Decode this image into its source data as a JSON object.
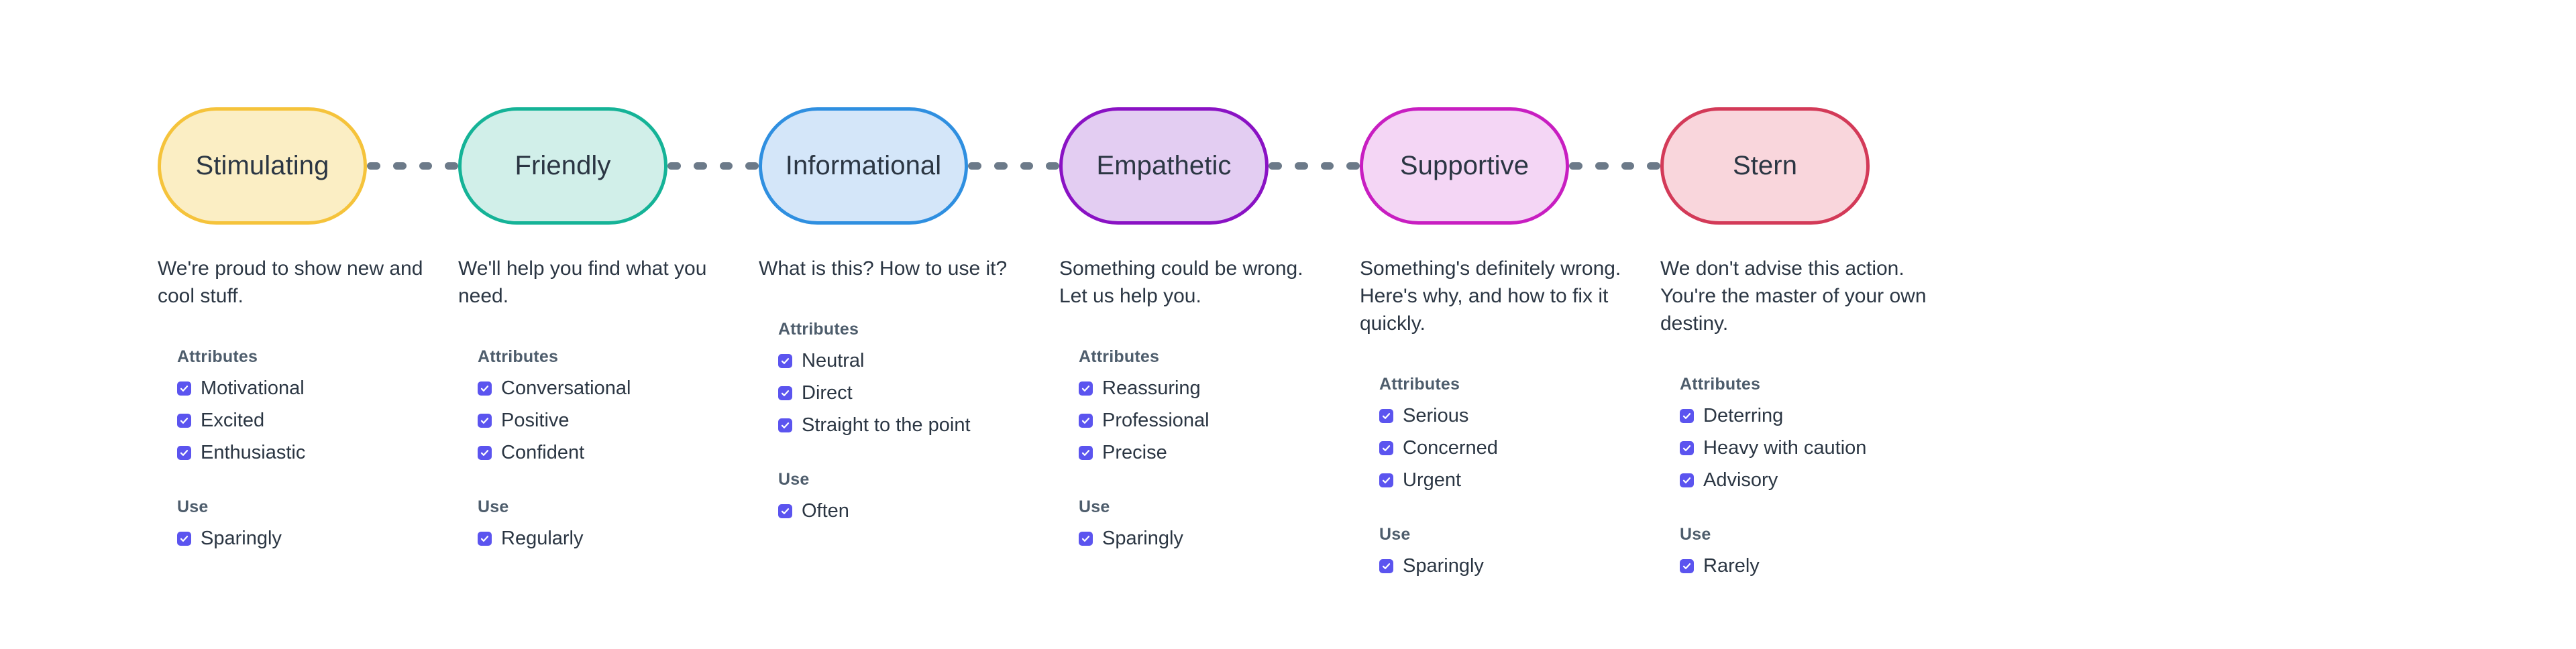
{
  "diagram": {
    "title_visible": false,
    "connector": {
      "dash_count": 4,
      "color": "#6c7a89"
    },
    "checkbox_color": "#5b54ef",
    "text_color": "#2b3643",
    "group_label_color": "#4e5d6c",
    "groups": {
      "attributes_label": "Attributes",
      "use_label": "Use"
    },
    "tones": [
      {
        "name": "Stimulating",
        "fill": "#fbeec4",
        "border": "#f5c33b",
        "description": "We're proud to show new and cool stuff.",
        "attributes": [
          "Motivational",
          "Excited",
          "Enthusiastic"
        ],
        "use": [
          "Sparingly"
        ]
      },
      {
        "name": "Friendly",
        "fill": "#d1efe9",
        "border": "#15b397",
        "description": "We'll help you find what you need.",
        "attributes": [
          "Conversational",
          "Positive",
          "Confident"
        ],
        "use": [
          "Regularly"
        ]
      },
      {
        "name": "Informational",
        "fill": "#d4e6f9",
        "border": "#2f8fe0",
        "description": "What is this? How to use it?",
        "attributes": [
          "Neutral",
          "Direct",
          "Straight to the point"
        ],
        "use": [
          "Often"
        ]
      },
      {
        "name": "Empathetic",
        "fill": "#e3cdf2",
        "border": "#8a12c4",
        "description": "Something could be wrong. Let us help you.",
        "attributes": [
          "Reassuring",
          "Professional",
          "Precise"
        ],
        "use": [
          "Sparingly"
        ]
      },
      {
        "name": "Supportive",
        "fill": "#f4d6f5",
        "border": "#c81ec1",
        "description": "Something's definitely wrong. Here's why, and how to fix it quickly.",
        "attributes": [
          "Serious",
          "Concerned",
          "Urgent"
        ],
        "use": [
          "Sparingly"
        ]
      },
      {
        "name": "Stern",
        "fill": "#f9d6dc",
        "border": "#d33a58",
        "description": "We don't advise this action. You're the master of your own destiny.",
        "attributes": [
          "Deterring",
          "Heavy with caution",
          "Advisory"
        ],
        "use": [
          "Rarely"
        ]
      }
    ]
  }
}
